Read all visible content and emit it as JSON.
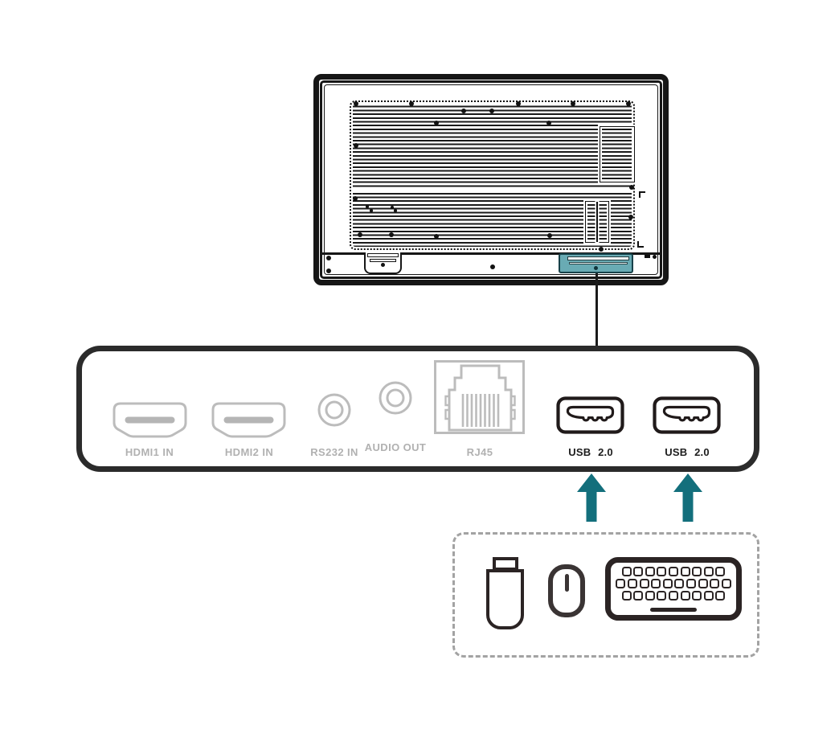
{
  "panel": {
    "ports": [
      {
        "id": "hdmi1",
        "label": "HDMI1 IN",
        "type": "hdmi-port"
      },
      {
        "id": "hdmi2",
        "label": "HDMI2 IN",
        "type": "hdmi-port"
      },
      {
        "id": "rs232",
        "label": "RS232 IN",
        "type": "mini-jack"
      },
      {
        "id": "audio-out",
        "label": "AUDIO OUT",
        "type": "mini-jack"
      },
      {
        "id": "rj45",
        "label": "RJ45",
        "type": "ethernet-port"
      },
      {
        "id": "usb-1",
        "label": "USB 2.0",
        "type": "usb-a-port"
      },
      {
        "id": "usb-2",
        "label": "USB 2.0",
        "type": "usb-a-port"
      }
    ]
  },
  "icons": {
    "monitor_rear": "monitor-rear-icon",
    "usb_bay_highlight": "usb-bay-highlight",
    "arrow_up": "arrow-up-icon",
    "usb_flash_drive": "usb-flash-drive-icon",
    "mouse": "mouse-icon",
    "keyboard": "keyboard-icon"
  },
  "colors": {
    "accent_teal": "#136f7c",
    "highlight_fill": "#69abb4",
    "highlight_border": "#174149",
    "outline_dark": "#161616",
    "panel_outline": "#2b2b2b",
    "port_gray": "#bcbcbc",
    "label_gray": "#b1b1b1",
    "dash_gray": "#a3a3a3"
  }
}
